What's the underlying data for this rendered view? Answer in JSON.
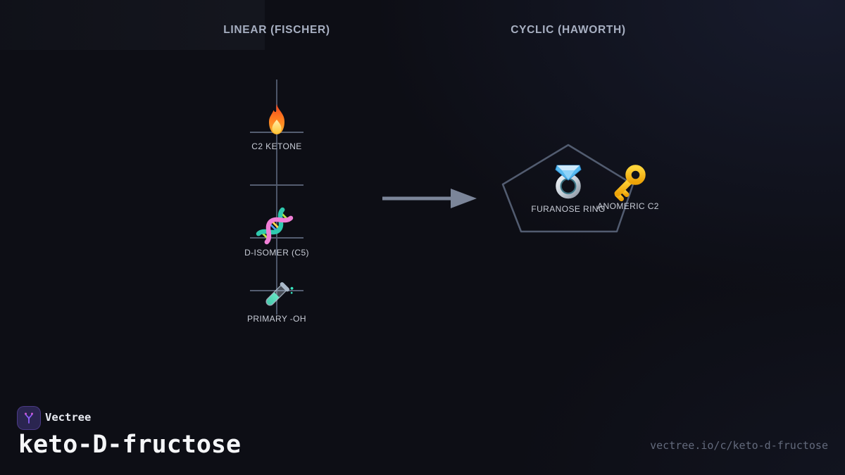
{
  "columns": {
    "linear": {
      "title": "LINEAR (FISCHER)"
    },
    "cyclic": {
      "title": "CYCLIC (HAWORTH)"
    }
  },
  "linear_features": [
    {
      "icon": "fire-icon",
      "label": "C2 KETONE"
    },
    {
      "icon": "dna-icon",
      "label": "D-ISOMER (C5)"
    },
    {
      "icon": "test-tube-icon",
      "label": "PRIMARY -OH"
    }
  ],
  "cyclic_features": [
    {
      "icon": "ring-icon",
      "label": "FURANOSE RING"
    },
    {
      "icon": "key-icon",
      "label": "ANOMERIC C2"
    }
  ],
  "footer": {
    "brand": "Vectree",
    "title": "keto-D-fructose",
    "url": "vectree.io/c/keto-d-fructose"
  },
  "colors": {
    "background": "#0d0e15",
    "background_glow": "#1b2033",
    "structure_line": "#4d5669",
    "arrow": "#7b8599",
    "heading_text": "#a8b0c2",
    "label_text": "#c9cdd7",
    "title_text": "#f5f6f8",
    "url_text": "#636a7c",
    "logo_background": "#2a2550",
    "logo_accent": "#8b5cf6",
    "logo_dot": "#cf5bd6"
  }
}
